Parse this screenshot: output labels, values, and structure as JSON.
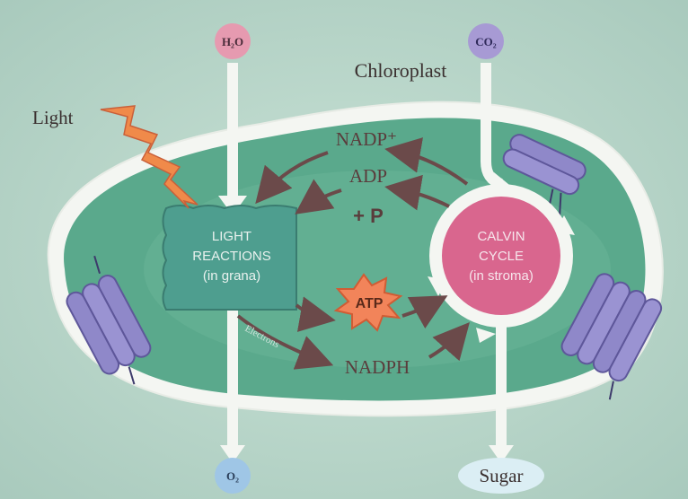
{
  "diagram": {
    "labels": {
      "water": "H₂O",
      "carbon_dioxide": "CO₂",
      "chloroplast": "Chloroplast",
      "light": "Light",
      "nadp_plus": "NADP⁺",
      "adp": "ADP",
      "plus_p": "+ P",
      "light_reactions_line1": "LIGHT",
      "light_reactions_line2": "REACTIONS",
      "light_reactions_line3": "(in grana)",
      "calvin_line1": "CALVIN",
      "calvin_line2": "CYCLE",
      "calvin_line3": "(in stroma)",
      "atp": "ATP",
      "electrons": "Electrons",
      "nadph": "NADPH",
      "oxygen": "O₂",
      "sugar": "Sugar"
    },
    "colors": {
      "background": "#b9d6c9",
      "stroma": "#5aa98c",
      "membrane": "#f4f6f2",
      "light_reactions_box": "#4e9e8f",
      "calvin_cycle": "#d9668e",
      "water_bubble": "#e69ab0",
      "co2_bubble": "#a79ad4",
      "arrows": "#6b4a4a",
      "light_bolt": "#f08a4a",
      "atp_burst": "#f2845a",
      "thylakoid": "#8f88c9"
    }
  }
}
